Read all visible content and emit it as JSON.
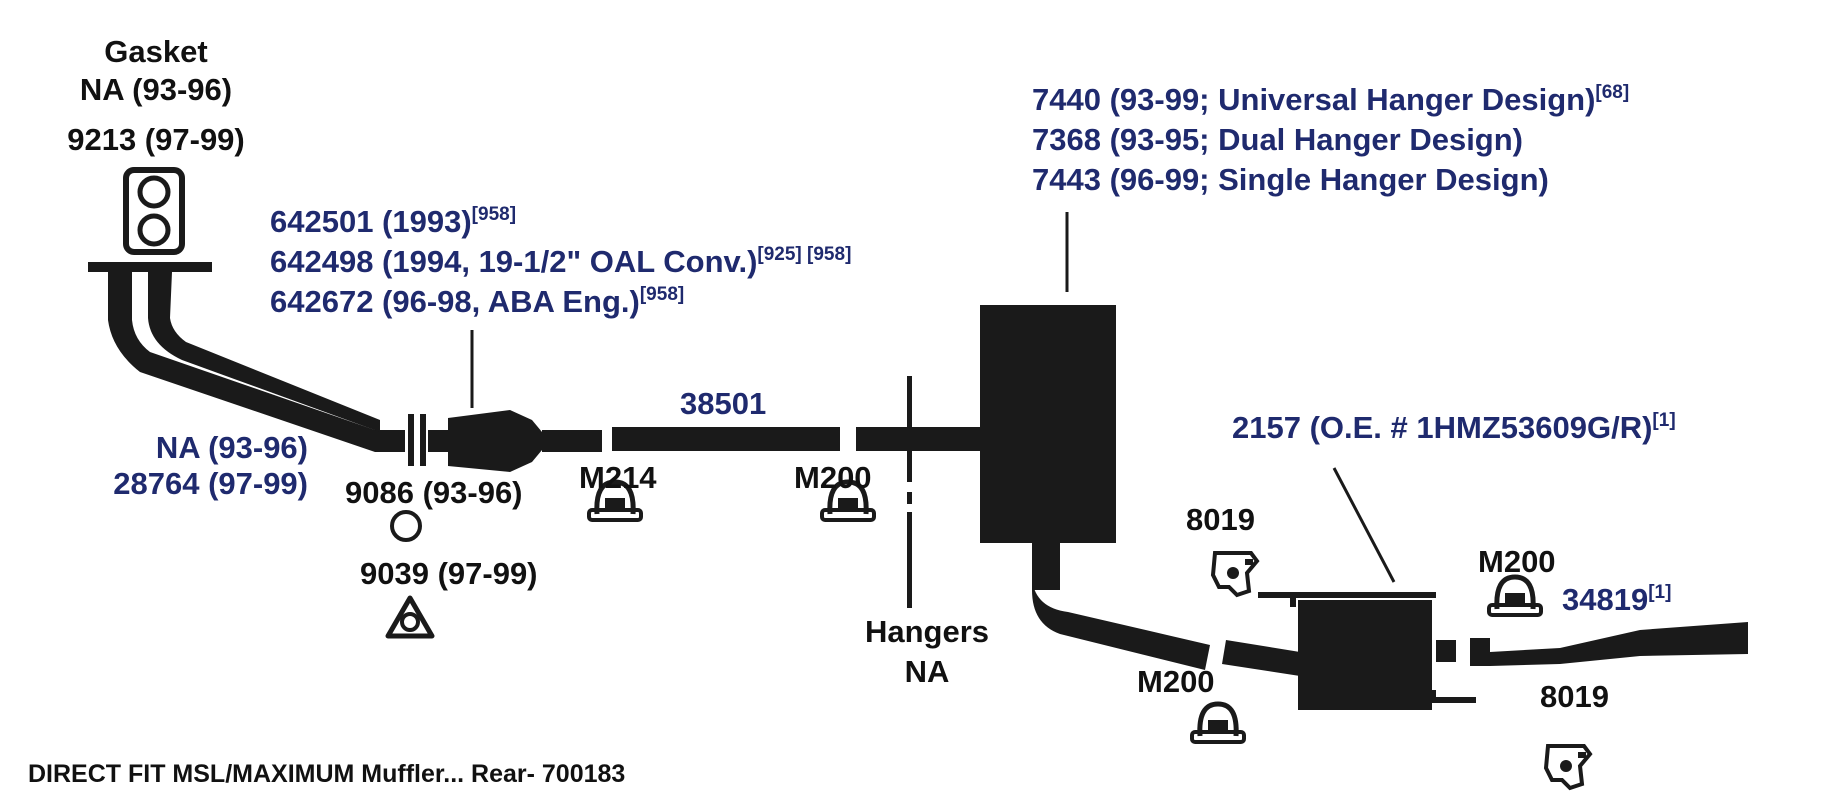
{
  "colors": {
    "part": "#1a1a1a",
    "label_dark": "#111111",
    "label_blue": "#1f2a6e"
  },
  "gasket": {
    "title": "Gasket",
    "line1": "NA (93-96)",
    "line2": "9213 (97-99)"
  },
  "front_pipe": {
    "line1": "NA (93-96)",
    "line2": "28764 (97-99)"
  },
  "flange_gasket": {
    "line1": "9086 (93-96)",
    "line2": "9039 (97-99)"
  },
  "converter": {
    "line1_main": "642501 (1993)",
    "line1_sup": "[958]",
    "line2_main": "642498 (1994, 19-1/2\" OAL Conv.)",
    "line2_sup": "[925] [958]",
    "line3_main": "642672 (96-98, ABA Eng.)",
    "line3_sup": "[958]"
  },
  "clamp_m214": "M214",
  "clamp_m200": "M200",
  "intermediate_pipe": "38501",
  "hangers": {
    "line1": "Hangers",
    "line2": "NA"
  },
  "resonator": {
    "line1_main": "7440 (93-99; Universal Hanger Design)",
    "line1_sup": "[68]",
    "line2": "7368 (93-95; Dual Hanger Design)",
    "line3": "7443 (96-99; Single Hanger Design)"
  },
  "muffler": {
    "main": "2157 (O.E. # 1HMZ53609G/R)",
    "sup": "[1]"
  },
  "hanger_8019": "8019",
  "tailpipe": {
    "main": "34819",
    "sup": "[1]"
  },
  "footer": "DIRECT FIT MSL/MAXIMUM Muffler... Rear- 700183"
}
